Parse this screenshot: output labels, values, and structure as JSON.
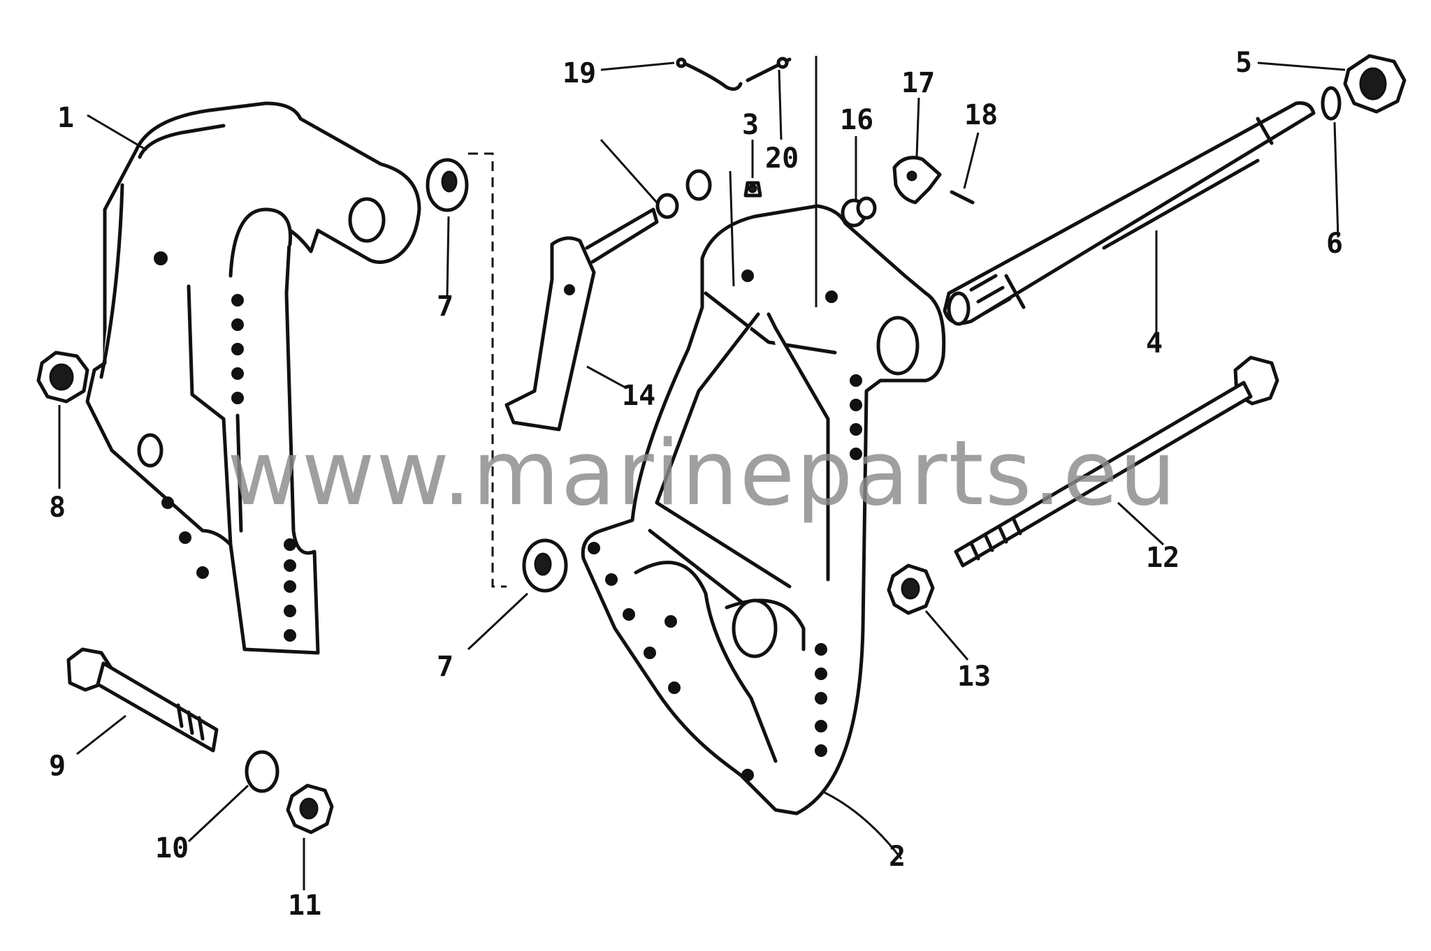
{
  "diagram": {
    "callouts": [
      "1",
      "2",
      "3",
      "4",
      "5",
      "6",
      "7",
      "7",
      "8",
      "9",
      "10",
      "11",
      "12",
      "13",
      "14",
      "16",
      "17",
      "18",
      "19",
      "20"
    ]
  },
  "watermark": {
    "text": "www.marineparts.eu"
  },
  "colors": {
    "line": "#111111",
    "background": "#ffffff",
    "watermark": "#8a8a8a"
  }
}
